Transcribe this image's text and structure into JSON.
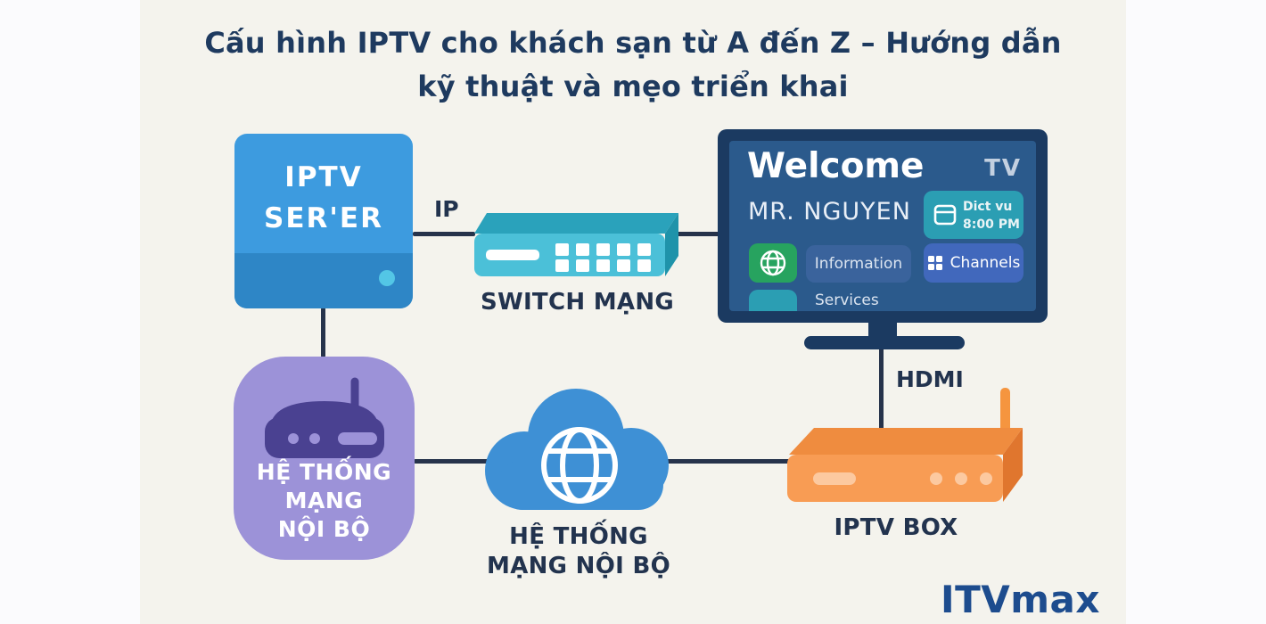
{
  "title": {
    "line1": "Cấu hình IPTV cho khách sạn từ A đến Z – Hướng dẫn",
    "line2": "kỹ thuật và mẹo triển khai"
  },
  "diagram": {
    "server": {
      "line1": "IPTV",
      "line2": "SER'ER"
    },
    "link_ip": "IP",
    "switch": {
      "label": "SWITCH MẠNG"
    },
    "tv": {
      "welcome": "Welcome",
      "brand": "TV",
      "guest": "MR. NGUYEN",
      "service_card": {
        "title": "Dict vu",
        "time": "8:00 PM"
      },
      "information": "Information",
      "channels": "Channels",
      "services": "Services"
    },
    "link_hdmi": "HDMI",
    "lan_node": {
      "line1": "HỆ THỐNG",
      "line2": "MẠNG",
      "line3": "NỘI BỘ"
    },
    "cloud_node": {
      "line1": "HỆ THỐNG",
      "line2": "MẠNG NỘI BỘ"
    },
    "iptv_box": {
      "label": "IPTV BOX"
    }
  },
  "footer": {
    "brand": "ITVmax"
  },
  "colors": {
    "title_navy": "#1e3a5f",
    "line": "#26334b",
    "server_blue": "#3d9bdf",
    "server_blue_dark": "#2e86c6",
    "server_dot": "#53c6e6",
    "switch_front": "#4bc0d8",
    "switch_top": "#2aa2bb",
    "tv_bezel": "#1b3a61",
    "tv_screen": "#2b5a8c",
    "teal_card": "#2b9eb3",
    "green_tile": "#27a35f",
    "info_button": "#3a639c",
    "channels_button": "#4168bc",
    "lan_purple": "#9c92d8",
    "router_purple": "#4a4191",
    "cloud_blue": "#3e90d5",
    "box_orange_front": "#f89c54",
    "box_orange_top": "#ef8c3f",
    "box_orange_side": "#e0762e",
    "brand_blue": "#1d4c8e",
    "panel_bg": "#f4f3ed"
  }
}
